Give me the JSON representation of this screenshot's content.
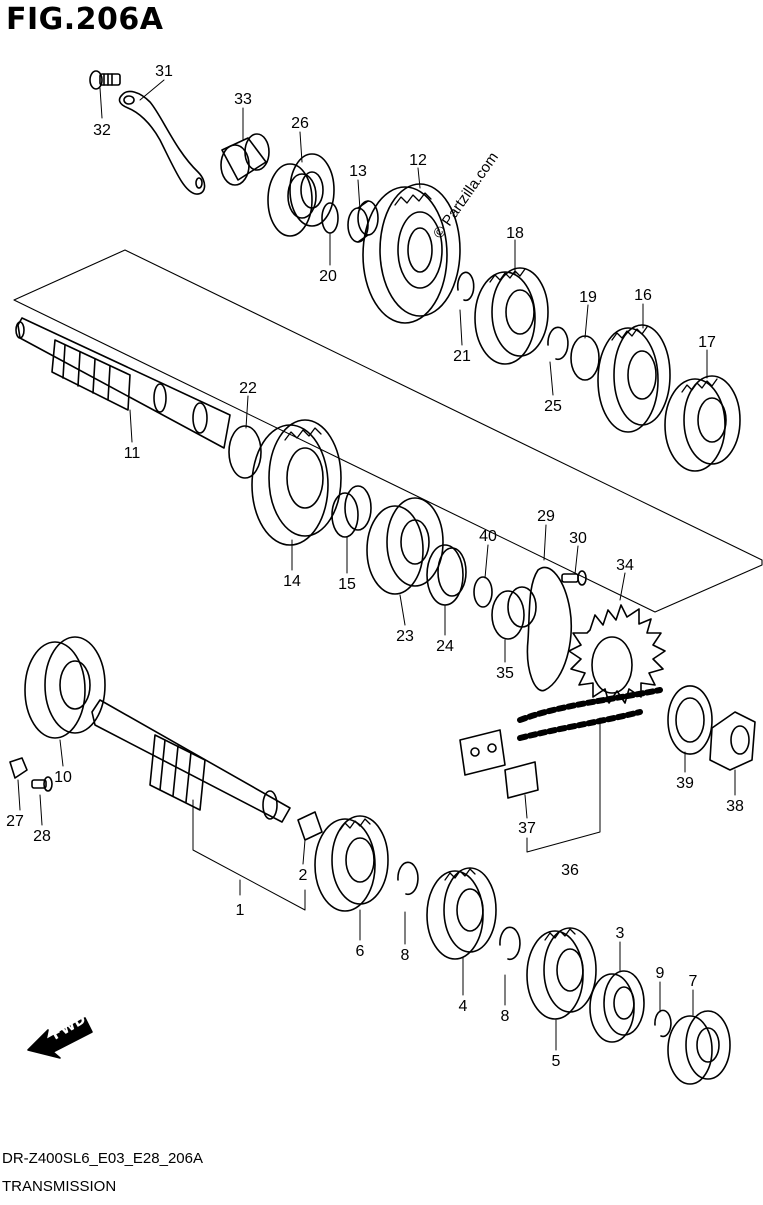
{
  "figure": {
    "title": "FIG.206A"
  },
  "footer": {
    "code": "DR-Z400SL6_E03_E28_206A",
    "name": "TRANSMISSION"
  },
  "watermark": {
    "text": "© Partzilla.com"
  },
  "fwd_label": "FWD",
  "callouts": {
    "c1": "1",
    "c2": "2",
    "c3": "3",
    "c4": "4",
    "c5": "5",
    "c6": "6",
    "c7": "7",
    "c8a": "8",
    "c8b": "8",
    "c9": "9",
    "c10": "10",
    "c11": "11",
    "c12": "12",
    "c13": "13",
    "c14": "14",
    "c15": "15",
    "c16": "16",
    "c17": "17",
    "c18": "18",
    "c19": "19",
    "c20": "20",
    "c21": "21",
    "c22": "22",
    "c23": "23",
    "c24": "24",
    "c25": "25",
    "c26": "26",
    "c27": "27",
    "c28": "28",
    "c29": "29",
    "c30": "30",
    "c31": "31",
    "c32": "32",
    "c33": "33",
    "c34": "34",
    "c35": "35",
    "c36": "36",
    "c37": "37",
    "c38": "38",
    "c39": "39",
    "c40": "40"
  },
  "colors": {
    "ink": "#000000",
    "paper": "#ffffff"
  }
}
